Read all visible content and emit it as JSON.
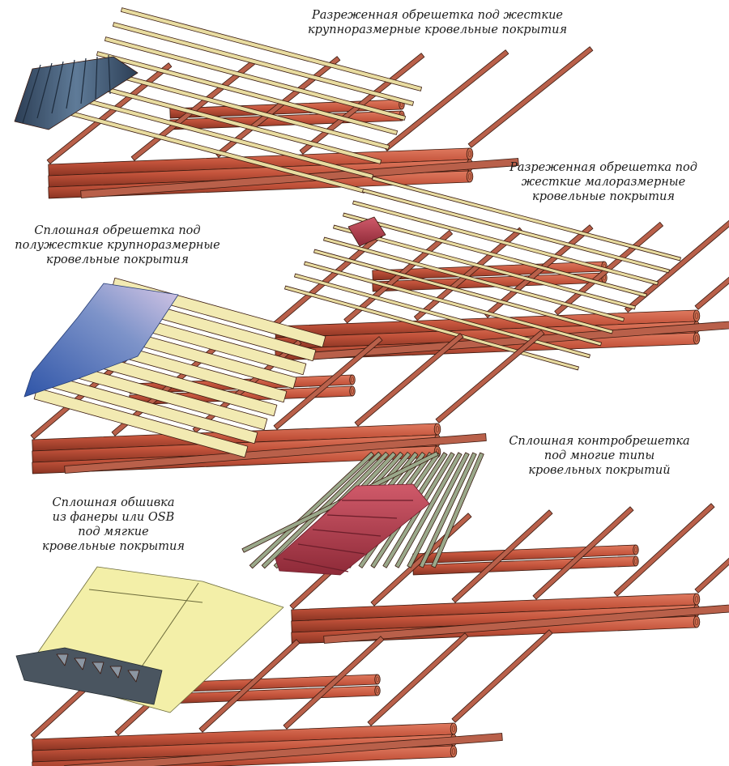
{
  "captions": {
    "sparse_large": [
      "Разреженная обрешетка под жесткие",
      "крупноразмерные кровельные покрытия"
    ],
    "sparse_small": [
      "Разреженная обрешетка под",
      "жесткие малоразмерные",
      "кровельные покрытия"
    ],
    "solid_semirigid": [
      "Сплошная обрешетка под",
      "полужесткие крупноразмерные",
      "кровельные покрытия"
    ],
    "counter_batten": [
      "Сплошная контробрешетка",
      "под многие типы",
      "кровельных покрытий"
    ],
    "plywood_osb": [
      "Сплошная обшивка",
      "из фанеры или OSB",
      "под мягкие",
      "кровельные покрытия"
    ]
  },
  "colors": {
    "log": "#c8553d",
    "log_dark": "#7a2a1c",
    "rafter": "#b9604a",
    "batten": "#e8dca0",
    "board": "#f2eab2",
    "slate": "#3e5a78",
    "tile_red": "#b23a4a",
    "counter_green": "#9aa88a",
    "sheet": "#f3efa8",
    "shingle": "#4a5560"
  }
}
